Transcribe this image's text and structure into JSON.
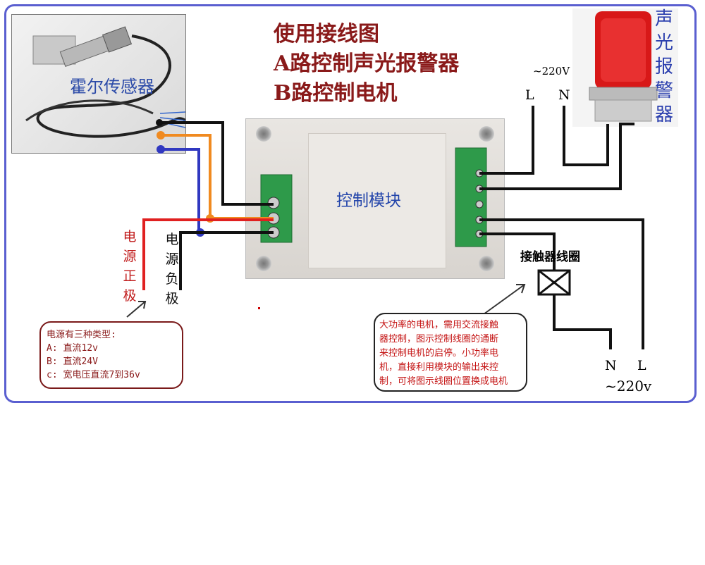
{
  "title": {
    "line1": "使用接线图",
    "line2": "A路控制声光报警器",
    "line3": "B路控制电机"
  },
  "hall_sensor": {
    "label": "霍尔传感器"
  },
  "alarm": {
    "label": [
      "声",
      "光",
      "报",
      "警",
      "器"
    ],
    "voltage": "~220V",
    "L": "L",
    "N": "N"
  },
  "module": {
    "label": "控制模块"
  },
  "power": {
    "positive": [
      "电",
      "源",
      "正",
      "极"
    ],
    "negative": [
      "电",
      "源",
      "负",
      "极"
    ]
  },
  "power_note": {
    "line1": "电源有三种类型:",
    "line2": "A: 直流12v",
    "line3": "B: 直流24V",
    "line4": "c: 宽电压直流7到36v"
  },
  "contactor": {
    "label": "接触器线圈"
  },
  "motor_note": {
    "line1": "大功率的电机，需用交流接触",
    "line2": "器控制，图示控制线圈的通断",
    "line3": "来控制电机的启停。小功率电",
    "line4": "机，直接利用模块的输出来控",
    "line5": "制，可将图示线圈位置换成电机"
  },
  "mains": {
    "N": "N",
    "L": "L",
    "voltage": "~220v"
  },
  "colors": {
    "frame": "#5a5fd0",
    "red_wire": "#e02020",
    "orange_wire": "#f08a20",
    "blue_wire": "#3038c0",
    "black_wire": "#111111",
    "terminal_green": "#2e9a4a"
  }
}
